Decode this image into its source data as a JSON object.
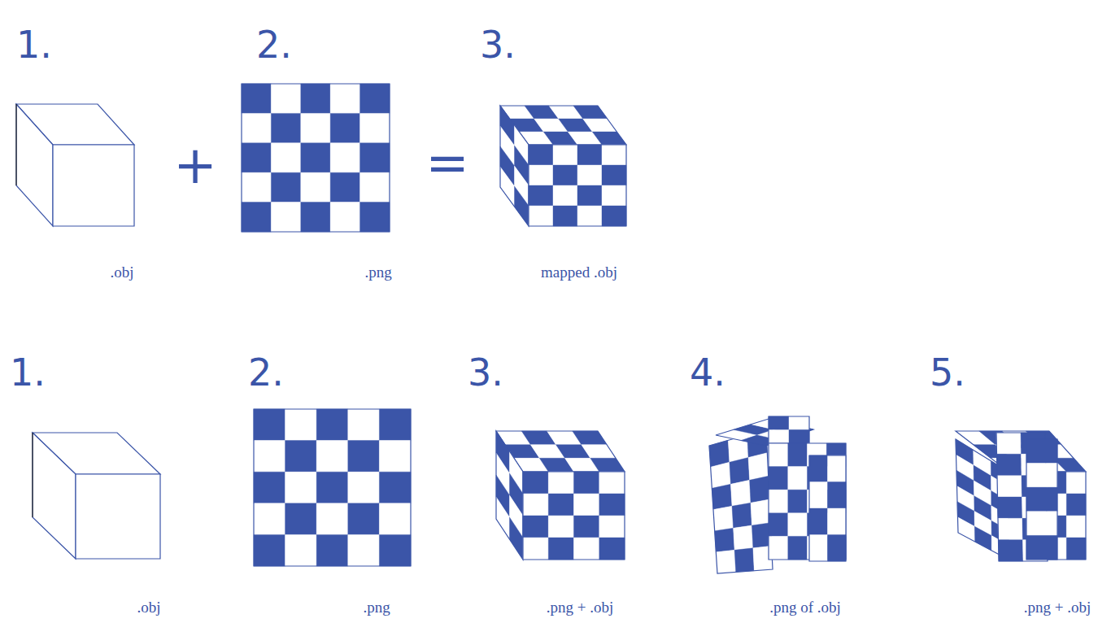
{
  "diagram": {
    "labels": [
      "1.",
      "2.",
      "3.",
      "+",
      "=",
      ".obj",
      ".png",
      "mapped .obj",
      "1.",
      "2.",
      "3.",
      "4.",
      "5.",
      ".obj",
      ".png",
      ".png + .obj",
      ".png of .obj",
      ".png + .obj"
    ]
  }
}
